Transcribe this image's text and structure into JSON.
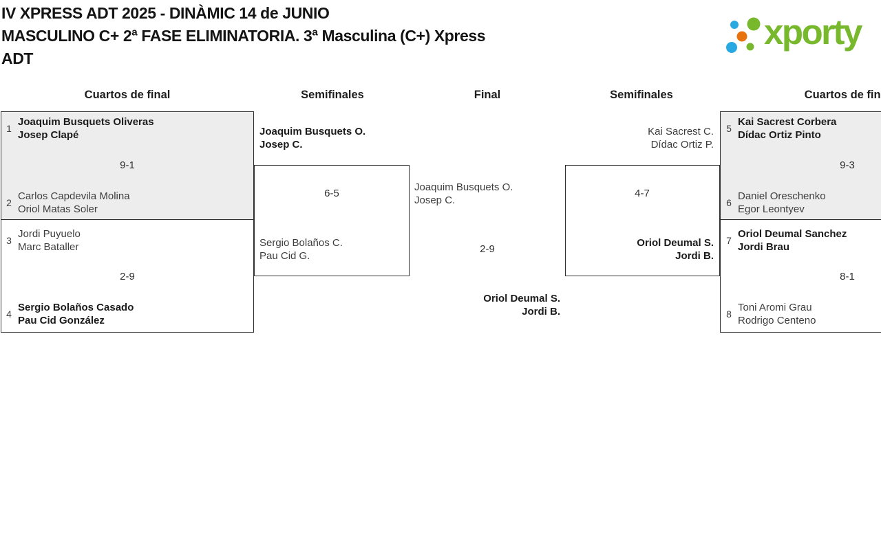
{
  "header": {
    "title_lines": [
      "IV XPRESS ADT 2025 - DINÀMIC 14 de JUNIO",
      "MASCULINO C+ 2ª FASE ELIMINATORIA. 3ª Masculina (C+) Xpress",
      "ADT"
    ],
    "logo": {
      "brand": "xporty",
      "colors": {
        "green": "#77b82c",
        "orange": "#e8720e",
        "blue": "#29a9e1"
      }
    }
  },
  "rounds": {
    "qf_left": "Cuartos de final",
    "sf_left": "Semifinales",
    "final": "Final",
    "sf_right": "Semifinales",
    "qf_right": "Cuartos de final"
  },
  "matches": {
    "qf_l1": {
      "seed_top": "1",
      "team_top": [
        "Joaquim Busquets Oliveras",
        "Josep Clapé"
      ],
      "score": "9-1",
      "seed_bottom": "2",
      "team_bottom": [
        "Carlos Capdevila Molina",
        "Oriol Matas Soler"
      ]
    },
    "qf_l2": {
      "seed_top": "3",
      "team_top": [
        "Jordi Puyuelo",
        "Marc Bataller"
      ],
      "score": "2-9",
      "seed_bottom": "4",
      "team_bottom": [
        "Sergio Bolaños Casado",
        "Pau Cid González"
      ]
    },
    "sf_l": {
      "team_top": [
        "Joaquim Busquets O.",
        "Josep C."
      ],
      "score": "6-5",
      "team_bottom": [
        "Sergio Bolaños C.",
        "Pau Cid G."
      ]
    },
    "final": {
      "team_top": [
        "Joaquim Busquets O.",
        "Josep C."
      ],
      "score": "2-9",
      "team_bottom": [
        "Oriol Deumal S.",
        "Jordi B."
      ]
    },
    "sf_r": {
      "team_top": [
        "Kai Sacrest C.",
        "Dídac Ortiz P."
      ],
      "score": "4-7",
      "team_bottom": [
        "Oriol Deumal S.",
        "Jordi B."
      ]
    },
    "qf_r1": {
      "seed_top": "5",
      "team_top": [
        "Kai Sacrest Corbera",
        "Dídac Ortiz Pinto"
      ],
      "score": "9-3",
      "seed_bottom": "6",
      "team_bottom": [
        "Daniel Oreschenko",
        "Egor Leontyev"
      ]
    },
    "qf_r2": {
      "seed_top": "7",
      "team_top": [
        "Oriol Deumal Sanchez",
        "Jordi Brau"
      ],
      "score": "8-1",
      "seed_bottom": "8",
      "team_bottom": [
        "Toni Aromi Grau",
        "Rodrigo Centeno"
      ]
    }
  }
}
